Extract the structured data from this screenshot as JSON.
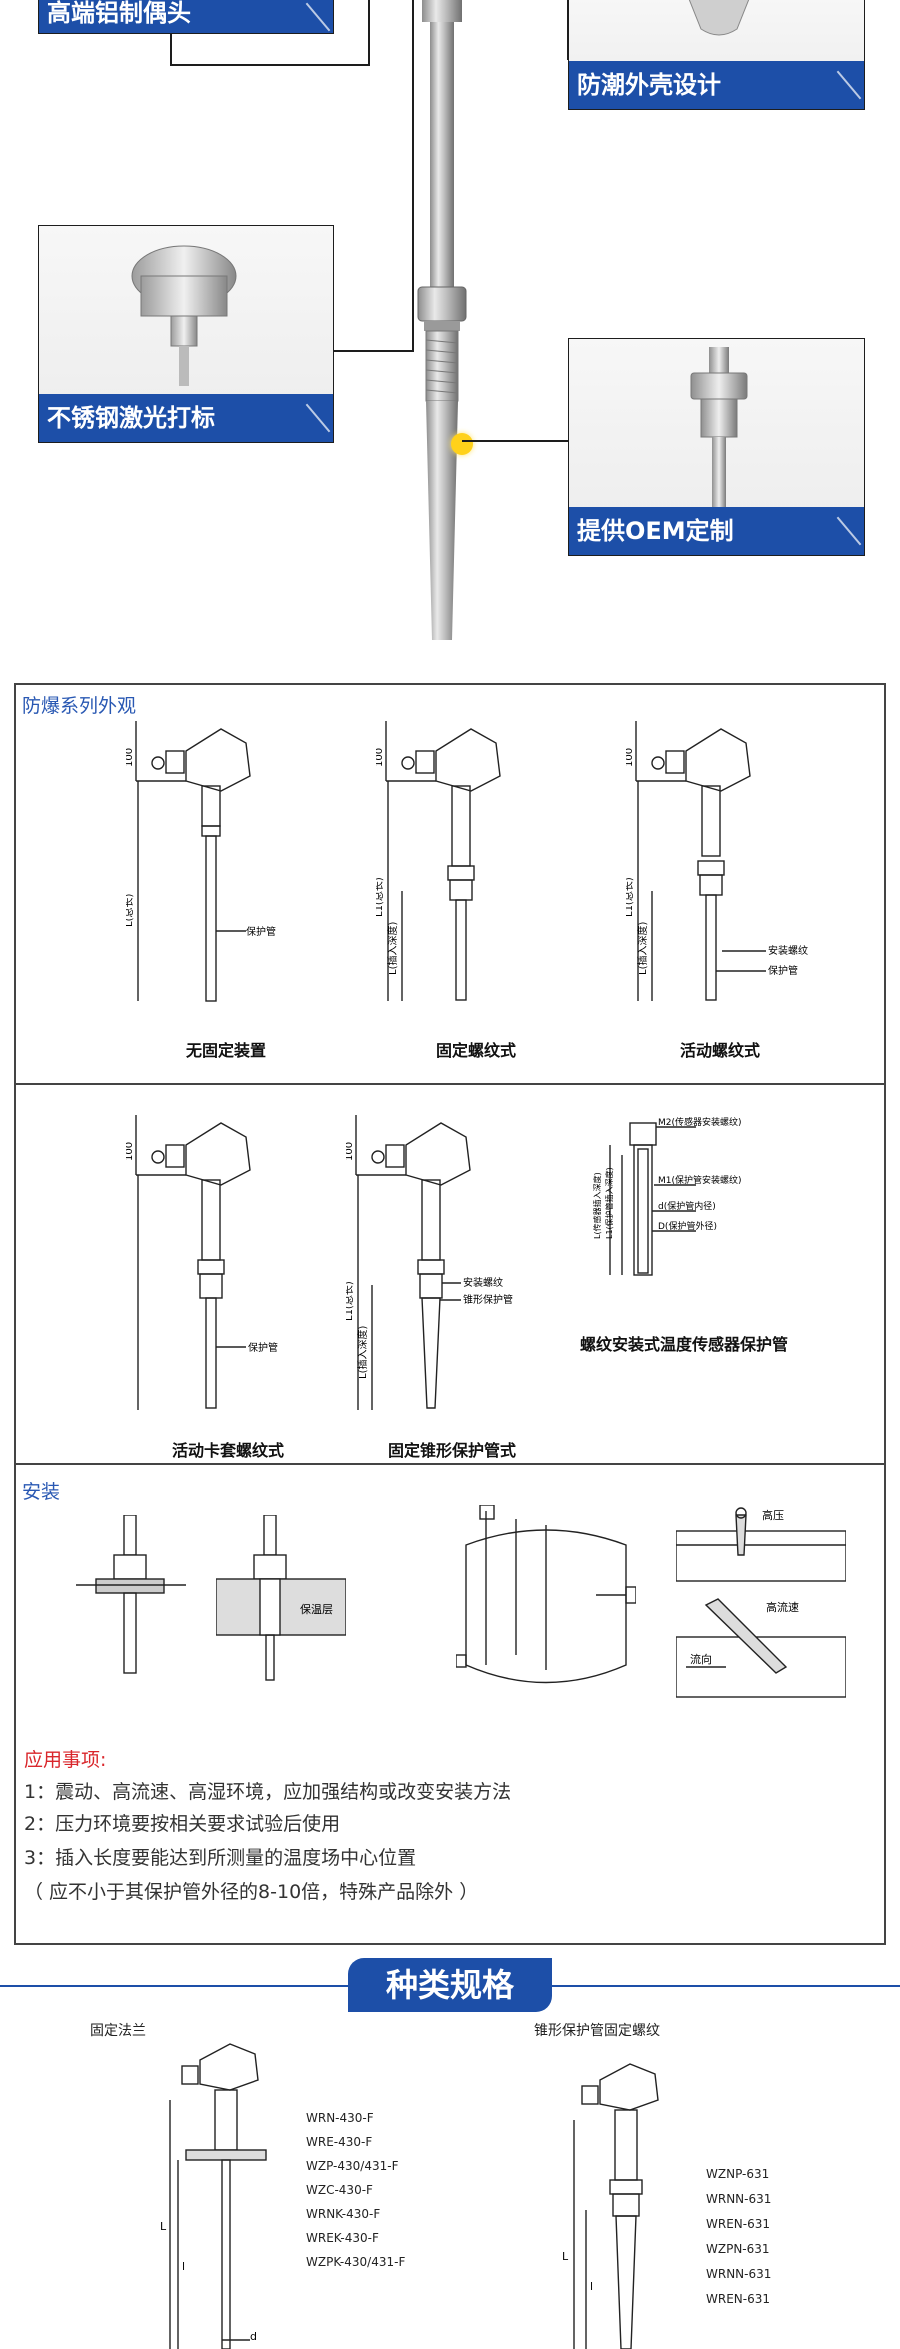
{
  "features": {
    "callouts": [
      {
        "label": "高端铝制偶头"
      },
      {
        "label": "防潮外壳设计"
      },
      {
        "label": "不锈钢激光打标"
      },
      {
        "label": "提供OEM定制"
      }
    ]
  },
  "explosion_proof": {
    "title": "防爆系列外观",
    "row1": [
      "无固定装置",
      "固定螺纹式",
      "活动螺纹式"
    ],
    "row2": [
      "活动卡套螺纹式",
      "固定锥形保护管式",
      "螺纹安装式温度传感器保护管"
    ],
    "dim_labels": {
      "d100": "100",
      "l_total": "L(总长)",
      "l1_total": "L1(总长)",
      "l_insert": "L(插入深度)",
      "prot_tube": "保护管",
      "install_thread": "安装螺纹",
      "taper_tube": "锥形保护管",
      "m2": "M2(传感器安装螺纹)",
      "m1": "M1(保护管安装螺纹)",
      "d_inner": "d(保护管内径)",
      "d_outer": "D(保护管外径)",
      "l_sensor": "L(传感器插入深度)",
      "l1_tube": "L1(保护管插入深度)"
    }
  },
  "install": {
    "title": "安装",
    "labels": {
      "insulation": "保温层",
      "high_pressure": "高压",
      "high_speed": "高流速",
      "flow": "流向"
    }
  },
  "notes": {
    "title": "应用事项:",
    "items": [
      "1：震动、高流速、高湿环境，应加强结构或改变安装方法",
      "2：压力环境要按相关要求试验后使用",
      "3：插入长度要能达到所测量的温度场中心位置",
      "（ 应不小于其保护管外径的8-10倍，特殊产品除外 ）"
    ]
  },
  "specs": {
    "title": "种类规格",
    "left": {
      "subtitle": "固定法兰",
      "models": [
        "WRN-430-F",
        "WRE-430-F",
        "WZP-430/431-F",
        "WZC-430-F",
        "WRNK-430-F",
        "WREK-430-F",
        "WZPK-430/431-F"
      ]
    },
    "right": {
      "subtitle": "锥形保护管固定螺纹",
      "models": [
        "WZNP-631",
        "WRNN-631",
        "WREN-631",
        "WZPN-631",
        "WRNN-631",
        "WREN-631"
      ]
    },
    "dim_labels": {
      "l": "L",
      "l_small": "l",
      "d": "d"
    }
  },
  "colors": {
    "brand_blue": "#1d4fa8",
    "title_blue": "#2958b3",
    "note_red": "#d9262b",
    "dot_yellow": "#ffd11a"
  }
}
